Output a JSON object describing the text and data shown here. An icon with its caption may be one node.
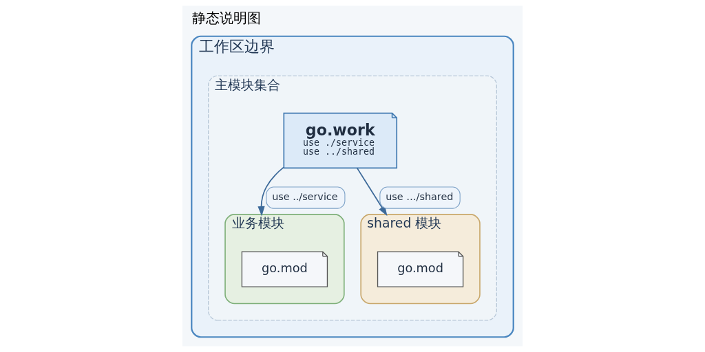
{
  "diagram": {
    "title": "静态说明图",
    "nodes": [
      {
        "text": [
          "工作区边界"
        ]
      },
      {
        "text": [
          "主模块集合"
        ],
        "in": 0
      },
      {
        "text": [
          "go.work",
          "use ./service",
          "use ../shared"
        ],
        "in": 1
      },
      {
        "text": [
          "业务模块"
        ],
        "in": 1
      },
      {
        "text": [
          "go.mod"
        ],
        "in": 3
      },
      {
        "text": [
          "shared 模块"
        ],
        "in": 1
      },
      {
        "text": [
          "go.mod"
        ],
        "in": 5
      }
    ],
    "edges": [
      {
        "from": 2,
        "to": 3,
        "arrow": "to",
        "label": "use ../service"
      },
      {
        "from": 2,
        "to": 5,
        "arrow": "to",
        "label": "use …/shared"
      }
    ]
  }
}
